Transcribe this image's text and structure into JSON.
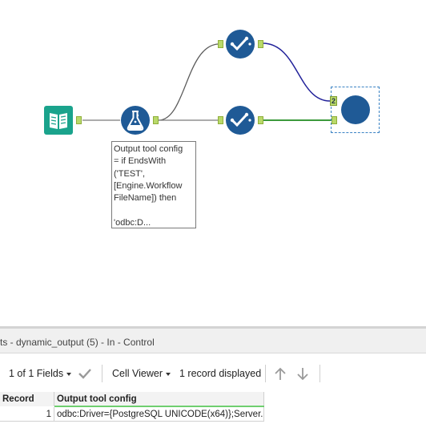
{
  "canvas": {
    "tools": {
      "input": {
        "icon": "book-icon",
        "color": "#1aa38c"
      },
      "formula": {
        "icon": "flask-icon",
        "color": "#1f5a96"
      },
      "test_top": {
        "icon": "checkmark-icon",
        "color": "#1f5a96"
      },
      "test_bottom": {
        "icon": "checkmark-icon",
        "color": "#1f5a96"
      },
      "output": {
        "icon": "circle-icon",
        "color": "#1f5a96"
      }
    },
    "anchor_labels": {
      "output_left": "2"
    },
    "comment": "Output tool config\n= if EndsWith\n('TEST',\n[Engine.Workflow\nFileName]) then\n\n'odbc:D..."
  },
  "results": {
    "title": "ts - dynamic_output (5) - In - Control",
    "toolbar": {
      "fields": "1 of 1 Fields",
      "cell_viewer": "Cell Viewer",
      "records": "1 record displayed"
    },
    "columns": [
      "Record",
      "Output tool config"
    ],
    "rows": [
      {
        "record": "1",
        "value": "odbc:Driver={PostgreSQL UNICODE(x64)};Server..."
      }
    ]
  },
  "colors": {
    "tool_blue": "#1f5a96",
    "input_teal": "#1aa38c",
    "anchor_green": "#b9d96a",
    "wire_blue": "#22229a",
    "wire_green": "#3c9a3c",
    "selection": "#3b83c4"
  }
}
